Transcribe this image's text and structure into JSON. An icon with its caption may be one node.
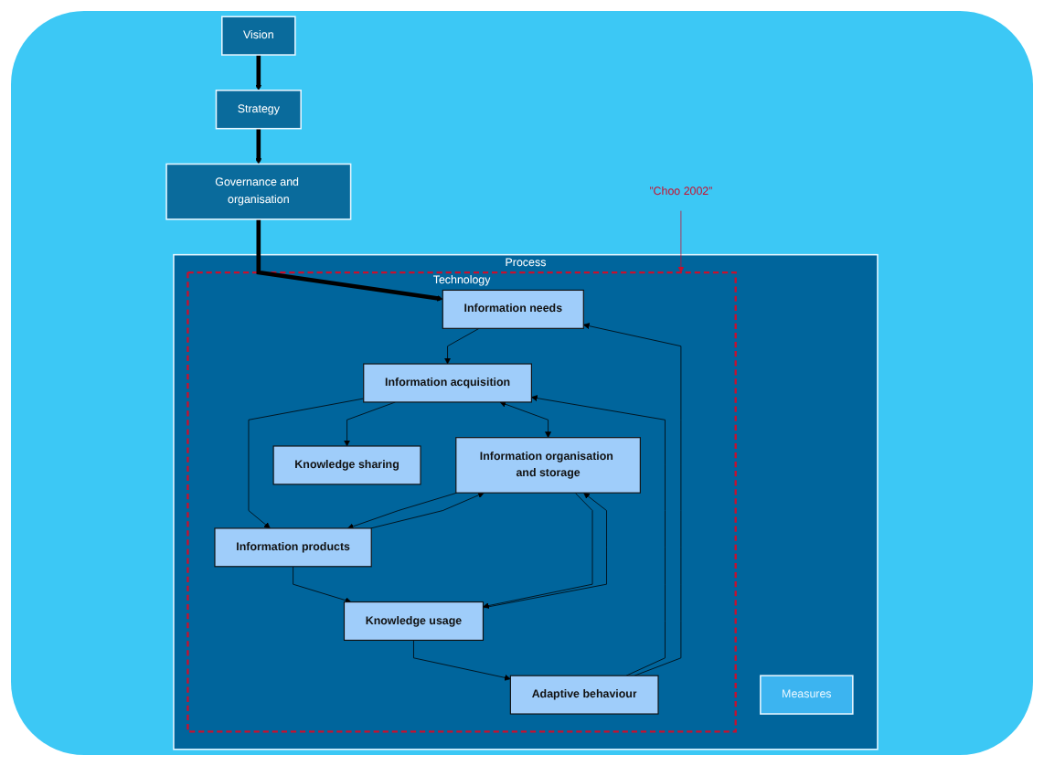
{
  "diagram": {
    "nodes": [
      {
        "text": [
          "Vision"
        ]
      },
      {
        "text": [
          "Strategy"
        ]
      },
      {
        "text": [
          "Governance and organisation"
        ]
      },
      {
        "text": [
          "Process"
        ]
      },
      {
        "text": [
          "Technology"
        ],
        "in": 3
      },
      {
        "text": [
          "Information needs"
        ],
        "in": 4
      },
      {
        "text": [
          "Information organisation and storage"
        ],
        "in": 4
      },
      {
        "text": [
          "Information acquisition"
        ],
        "in": 4
      },
      {
        "text": [
          "Information products"
        ],
        "in": 4
      },
      {
        "text": [
          "Knowledge sharing"
        ],
        "in": 4
      },
      {
        "text": [
          "Knowledge usage"
        ],
        "in": 4
      },
      {
        "text": [
          "Adaptive behaviour"
        ],
        "in": 4
      },
      {
        "text": [
          "Measures"
        ],
        "in": 3
      },
      {
        "text": [
          "”Choo 2002”"
        ]
      }
    ],
    "edges": [
      {
        "from": 0,
        "to": 1,
        "arrow": "to",
        "style": "thick"
      },
      {
        "from": 1,
        "to": 2,
        "arrow": "to",
        "style": "thick"
      },
      {
        "from": 2,
        "to": 5,
        "arrow": "to",
        "style": "thick"
      },
      {
        "from": 5,
        "to": 7,
        "arrow": "to"
      },
      {
        "from": 7,
        "to": 6,
        "arrow": "both"
      },
      {
        "from": 7,
        "to": 8,
        "arrow": "to"
      },
      {
        "from": 7,
        "to": 9,
        "arrow": "to"
      },
      {
        "from": 8,
        "to": 6,
        "arrow": "to"
      },
      {
        "from": 6,
        "to": 8,
        "arrow": "to"
      },
      {
        "from": 8,
        "to": 10,
        "arrow": "to"
      },
      {
        "from": 10,
        "to": 6,
        "arrow": "to"
      },
      {
        "from": 6,
        "to": 10,
        "arrow": "to"
      },
      {
        "from": 10,
        "to": 11,
        "arrow": "to"
      },
      {
        "from": 11,
        "to": 7,
        "arrow": "to"
      },
      {
        "from": 11,
        "to": 5,
        "arrow": "to"
      },
      {
        "from": 13,
        "to": 4,
        "arrow": "to",
        "color": "#c8102e"
      }
    ]
  }
}
